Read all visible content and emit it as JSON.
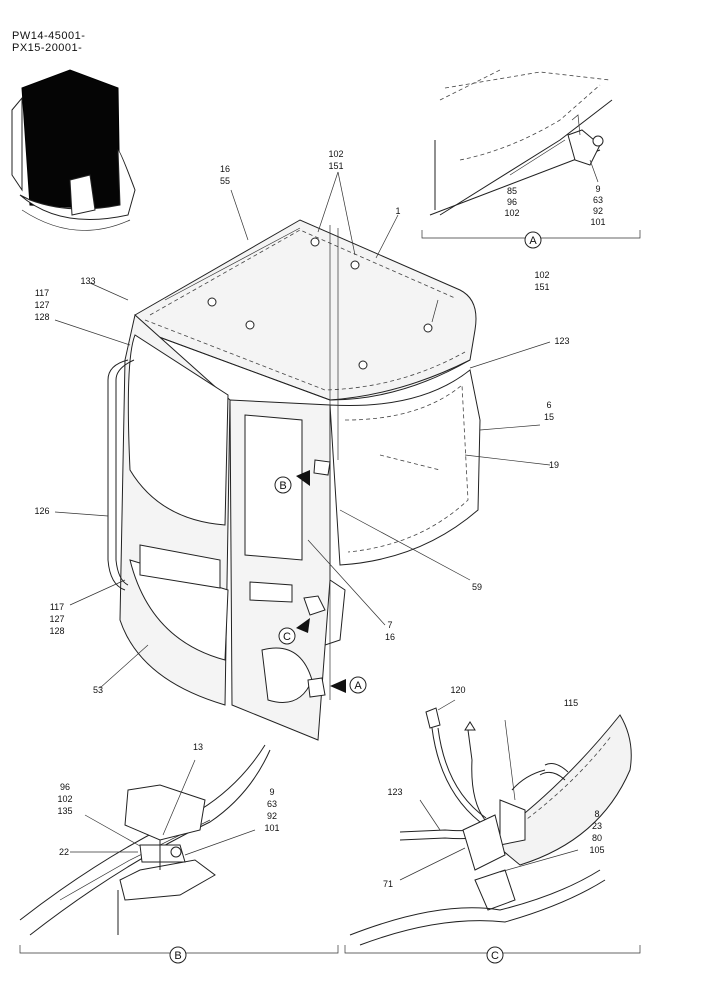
{
  "header": {
    "line1": "PW14-45001-",
    "line2": "PX15-20001-"
  },
  "views": {
    "a": "A",
    "b": "B",
    "c": "C"
  },
  "main_labels": {
    "l16_55": [
      "16",
      "55"
    ],
    "l102_151_top": [
      "102",
      "151"
    ],
    "l1": "1",
    "l133": "133",
    "l117_127_128_top": [
      "117",
      "127",
      "128"
    ],
    "l102_151_right": [
      "102",
      "151"
    ],
    "l123": "123",
    "l6_15": [
      "6",
      "15"
    ],
    "l19": "19",
    "l126": "126",
    "l59": "59",
    "l117_127_128_bottom": [
      "117",
      "127",
      "128"
    ],
    "l7_16": [
      "7",
      "16"
    ],
    "l53": "53"
  },
  "detail_a": {
    "left": [
      "85",
      "96",
      "102"
    ],
    "right": [
      "9",
      "63",
      "92",
      "101"
    ]
  },
  "detail_b": {
    "l13": "13",
    "left": [
      "96",
      "102",
      "135"
    ],
    "l22": "22",
    "right": [
      "9",
      "63",
      "92",
      "101"
    ]
  },
  "detail_c": {
    "l120": "120",
    "l115": "115",
    "l123": "123",
    "right": [
      "8",
      "23",
      "80",
      "105"
    ],
    "l71": "71"
  }
}
